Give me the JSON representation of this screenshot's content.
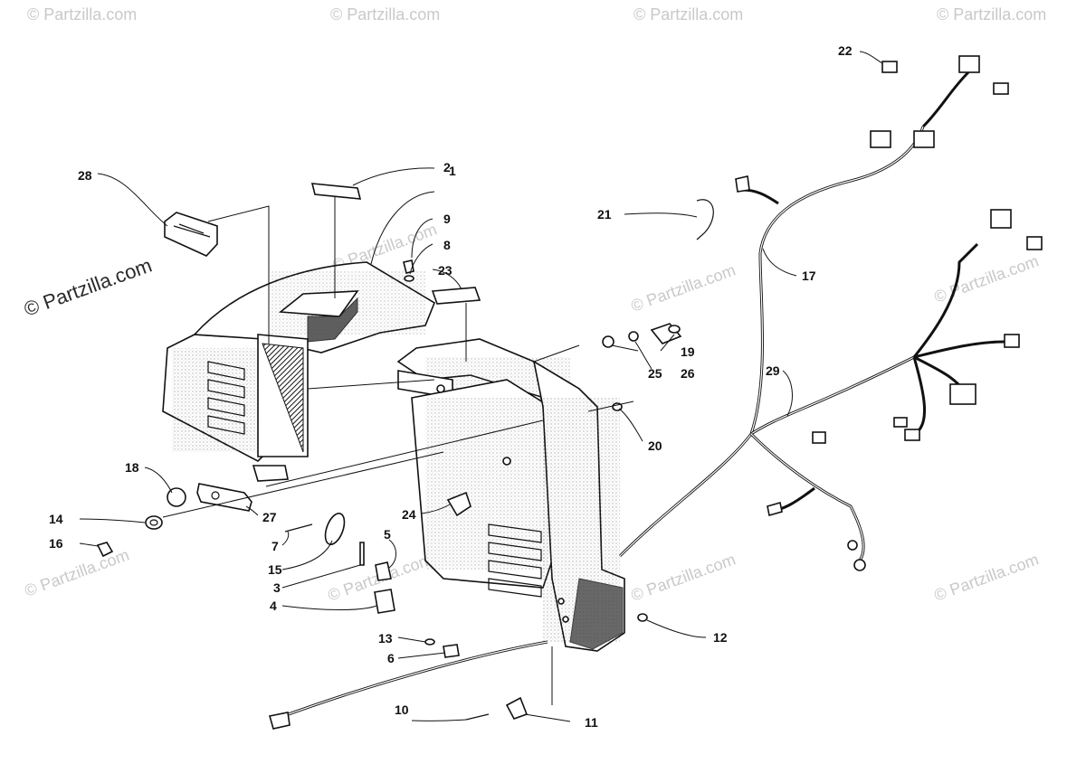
{
  "watermarks": {
    "copyright_line": "© Partzilla.com",
    "faint": "© Partzilla.com"
  },
  "callouts": [
    "1",
    "2",
    "3",
    "4",
    "5",
    "6",
    "7",
    "8",
    "9",
    "10",
    "11",
    "12",
    "13",
    "14",
    "15",
    "16",
    "17",
    "18",
    "19",
    "20",
    "21",
    "22",
    "23",
    "24",
    "25",
    "26",
    "27",
    "28",
    "29"
  ]
}
